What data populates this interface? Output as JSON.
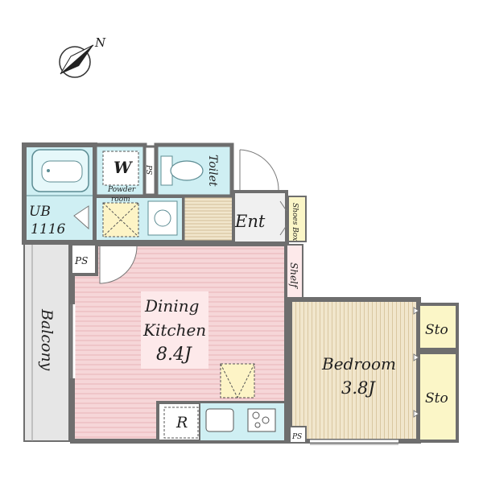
{
  "plan": {
    "compass_label": "N",
    "rooms": {
      "ub": {
        "line1": "UB",
        "line2": "1116"
      },
      "washer": "W",
      "ps_vertical": "PS",
      "toilet": "Toilet",
      "powder": {
        "line1": "Powder",
        "line2": "room"
      },
      "entrance": "Ent",
      "shoes_box": "Shoes Box",
      "ps_left": "PS",
      "shelf": "Shelf",
      "balcony": "Balcony",
      "dining": {
        "line1": "Dining",
        "line2": "Kitchen",
        "line3": "8.4J"
      },
      "refrigerator": "R",
      "bedroom": {
        "line1": "Bedroom",
        "line2": "3.8J"
      },
      "storage1": "Sto",
      "storage2": "Sto",
      "ps_bottom": "PS"
    },
    "colors": {
      "wall": "#6e6e6e",
      "wet_area": "#cfeff3",
      "dining_floor": "#f6d6d8",
      "dining_stripe": "#e8b4b8",
      "bedroom_floor": "#f1e6cc",
      "bedroom_stripe": "#d9c7a1",
      "storage": "#fbf6c7",
      "balcony": "#e6e6e6",
      "entrance": "#f0f0f0",
      "label_bg": "#fde9ea"
    }
  }
}
